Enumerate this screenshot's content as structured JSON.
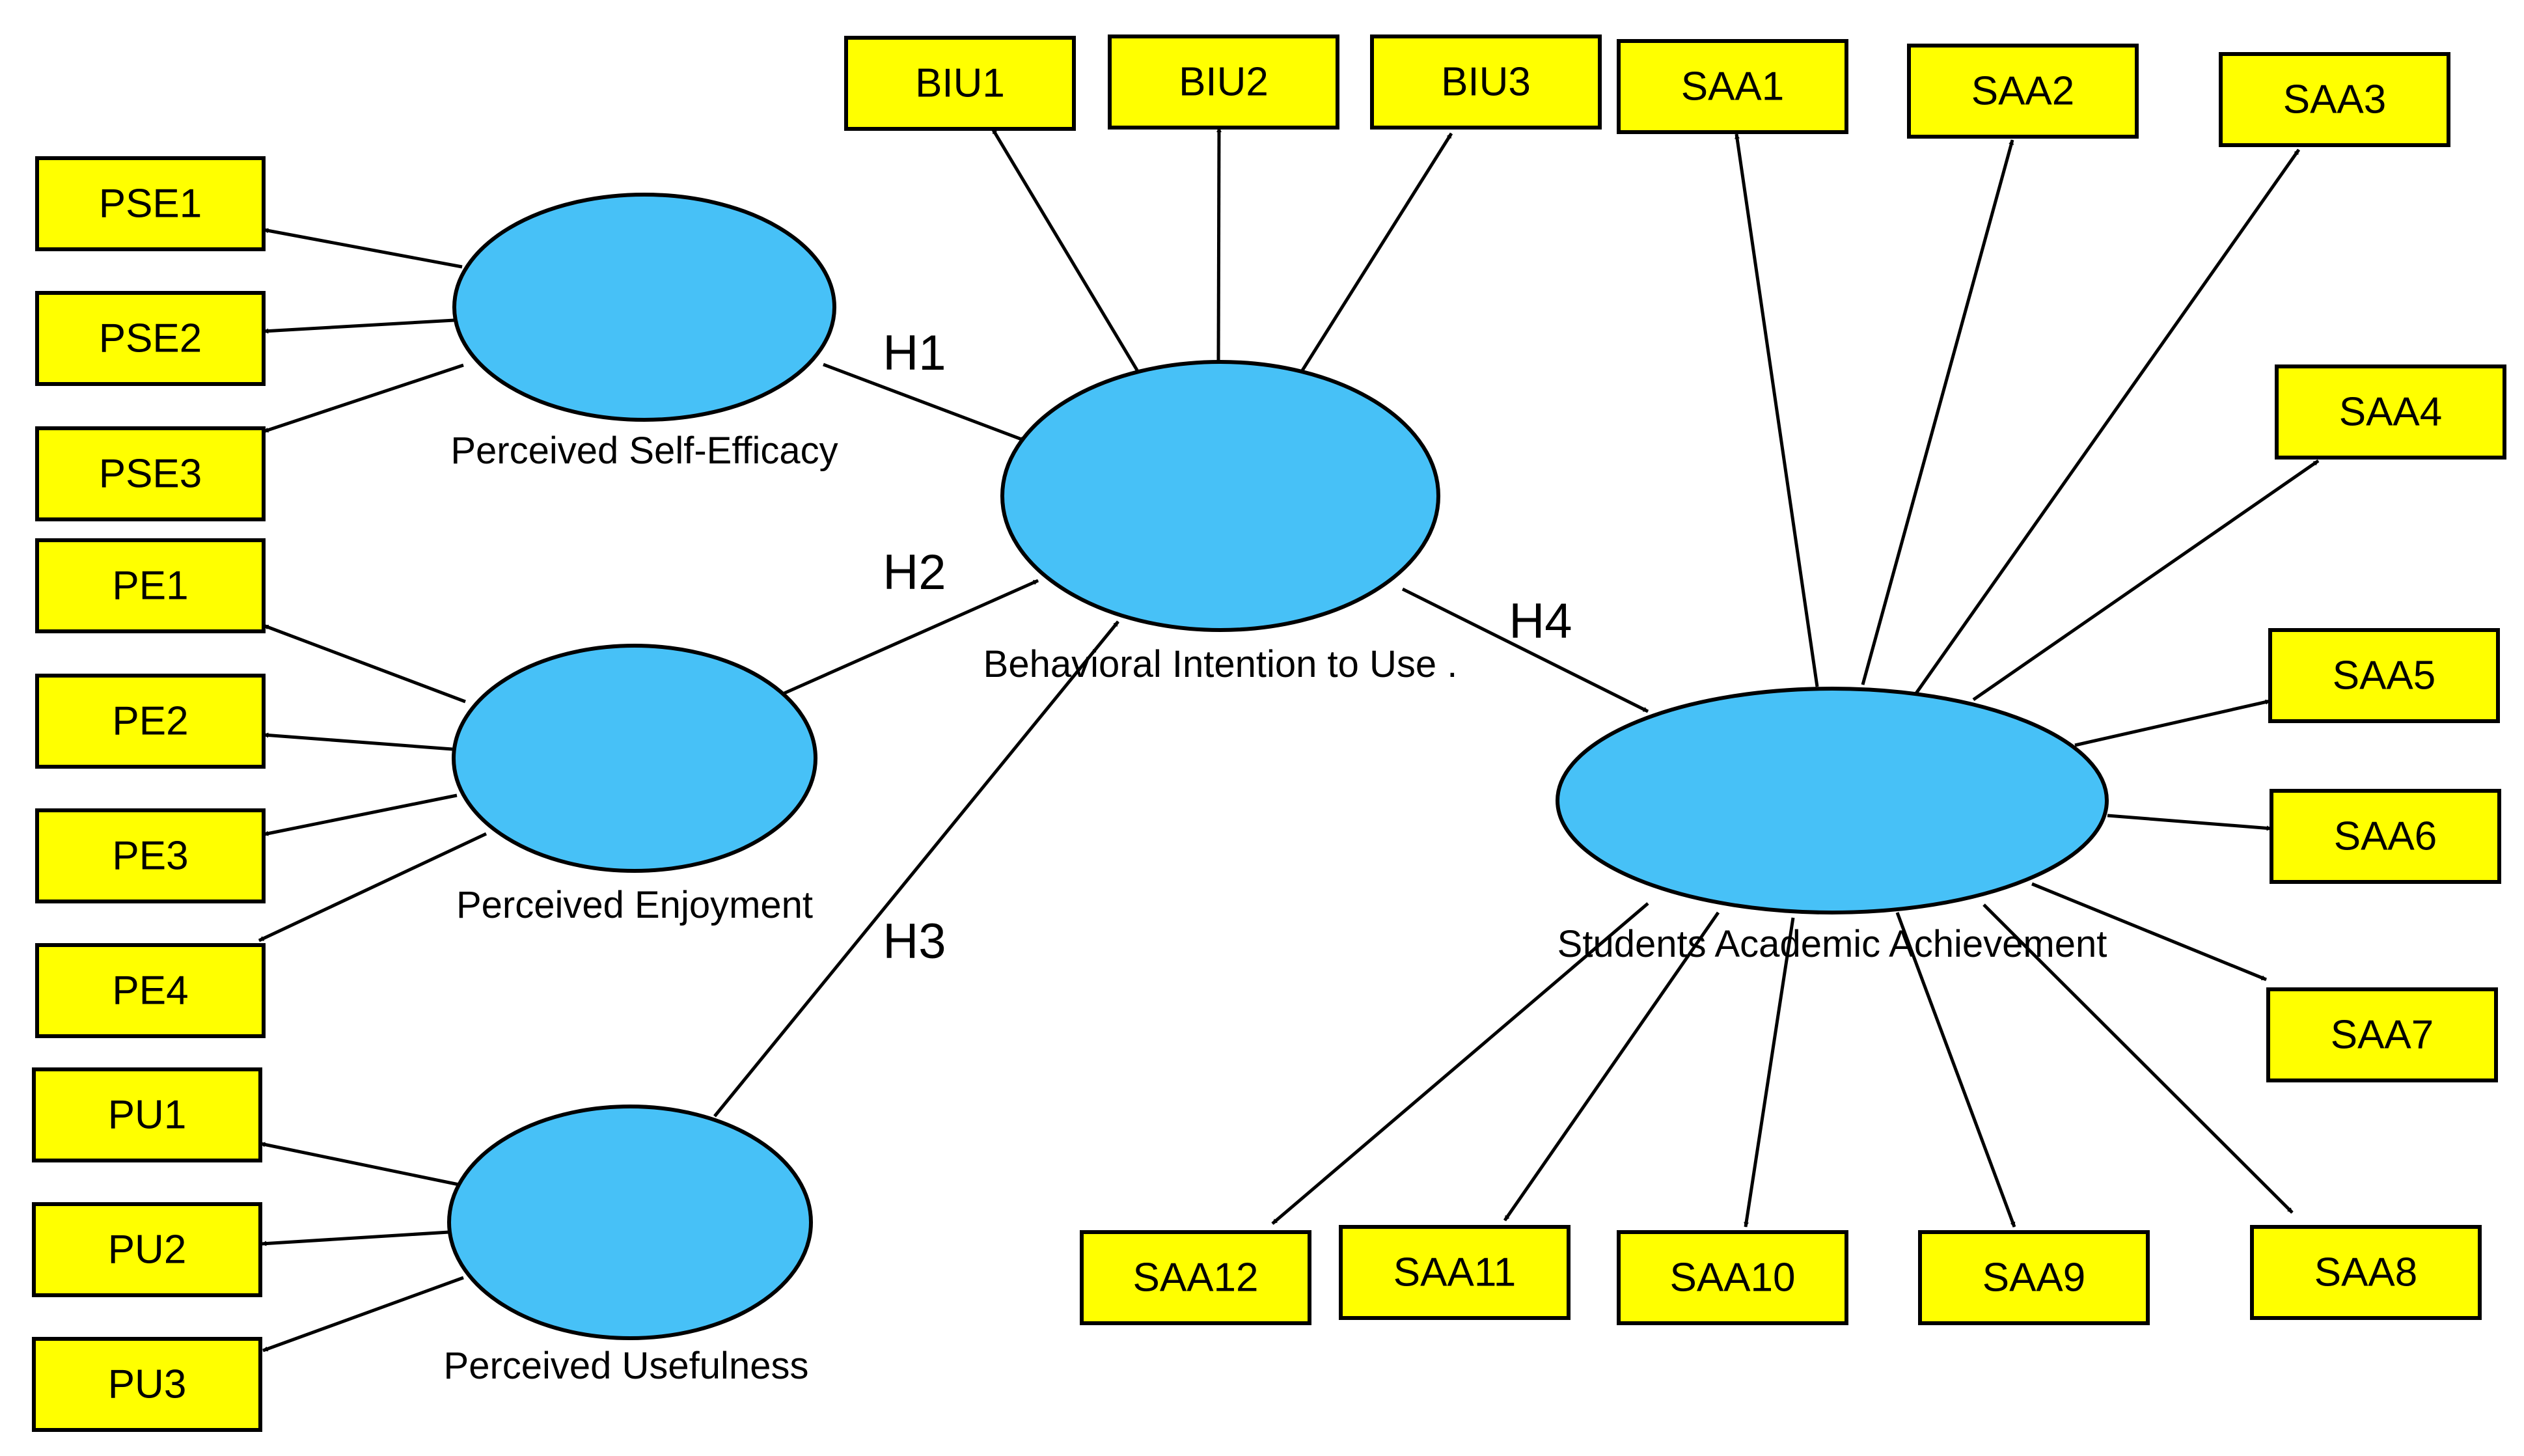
{
  "colors": {
    "indicator_fill": "#ffff00",
    "construct_fill": "#47c1f7",
    "line": "#000000"
  },
  "constructs": {
    "pse": "Perceived Self-Efficacy",
    "pe": "Perceived Enjoyment",
    "pu": "Perceived Usefulness",
    "biu": "Behavioral Intention to Use .",
    "saa": "Students Academic Achievement"
  },
  "hypotheses": {
    "h1": "H1",
    "h2": "H2",
    "h3": "H3",
    "h4": "H4"
  },
  "indicators": {
    "pse1": "PSE1",
    "pse2": "PSE2",
    "pse3": "PSE3",
    "pe1": "PE1",
    "pe2": "PE2",
    "pe3": "PE3",
    "pe4": "PE4",
    "pu1": "PU1",
    "pu2": "PU2",
    "pu3": "PU3",
    "biu1": "BIU1",
    "biu2": "BIU2",
    "biu3": "BIU3",
    "saa1": "SAA1",
    "saa2": "SAA2",
    "saa3": "SAA3",
    "saa4": "SAA4",
    "saa5": "SAA5",
    "saa6": "SAA6",
    "saa7": "SAA7",
    "saa8": "SAA8",
    "saa9": "SAA9",
    "saa10": "SAA10",
    "saa11": "SAA11",
    "saa12": "SAA12"
  }
}
